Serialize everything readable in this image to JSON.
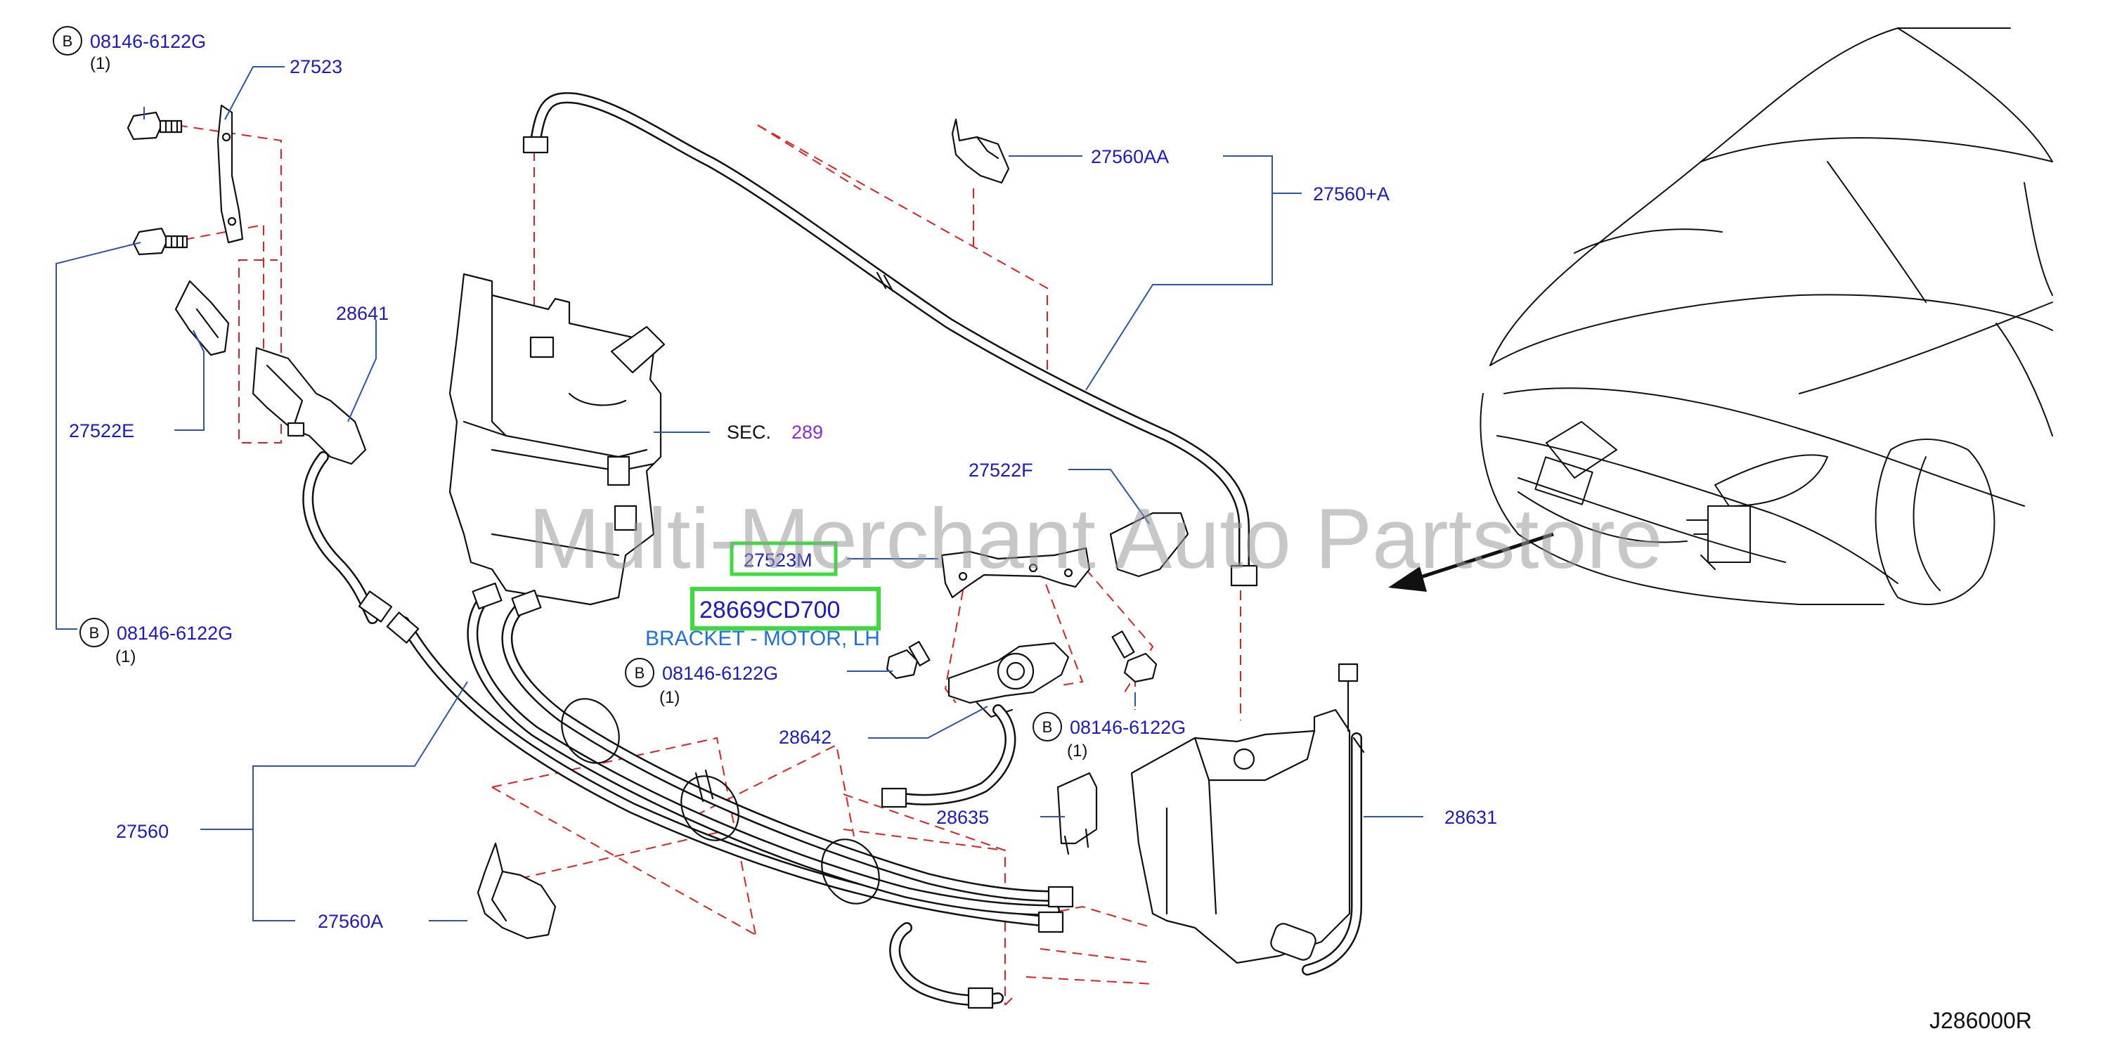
{
  "callouts": {
    "bolt_top": {
      "badge": "B",
      "number": "08146-6122G",
      "qty": "(1)"
    },
    "bolt_left": {
      "badge": "B",
      "number": "08146-6122G",
      "qty": "(1)"
    },
    "bolt_center": {
      "badge": "B",
      "number": "08146-6122G",
      "qty": "(1)"
    },
    "bolt_right": {
      "badge": "B",
      "number": "08146-6122G",
      "qty": "(1)"
    },
    "p27523": "27523",
    "p28641": "28641",
    "p27522E": "27522E",
    "p27560AA": "27560AA",
    "p27560A_plus": "27560+A",
    "sec_label": "SEC.",
    "sec_number": "289",
    "p27522F": "27522F",
    "p27523M": "27523M",
    "p28642": "28642",
    "p28635": "28635",
    "p28631": "28631",
    "p27560": "27560",
    "p27560A": "27560A"
  },
  "highlight": {
    "part_number": "28669CD700",
    "description": "BRACKET - MOTOR, LH",
    "color": "#3ddc3d"
  },
  "watermark": "Multi-Merchant Auto Partstore",
  "diagram_ref": "J286000R",
  "colors": {
    "callout_text": "#1a1ac8",
    "leader_line": "#2c54b0",
    "dashed_guide": "#e02020",
    "description": "#1e6fe0"
  }
}
